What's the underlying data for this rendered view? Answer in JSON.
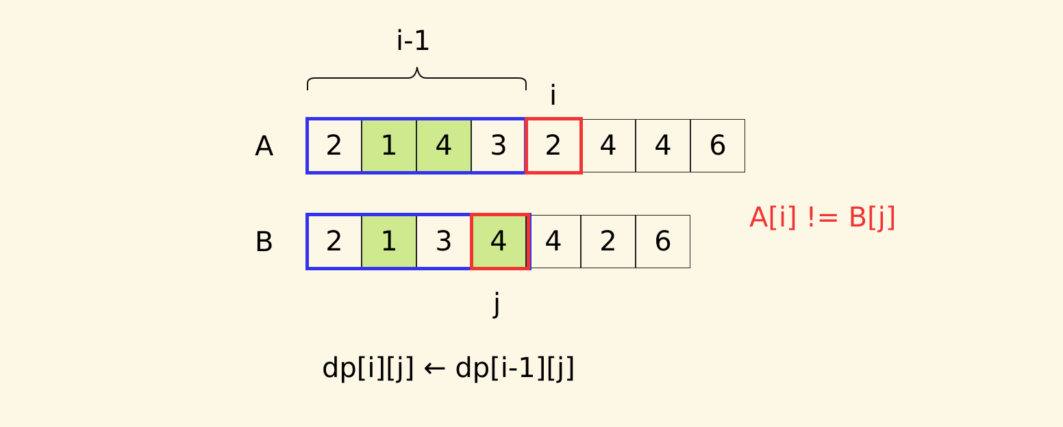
{
  "brace_label": "i-1",
  "index_i": "i",
  "index_j": "j",
  "array_a": {
    "label": "A",
    "values": [
      "2",
      "1",
      "4",
      "3",
      "2",
      "4",
      "4",
      "6"
    ],
    "highlighted": [
      1,
      2
    ]
  },
  "array_b": {
    "label": "B",
    "values": [
      "2",
      "1",
      "3",
      "4",
      "4",
      "2",
      "6"
    ],
    "highlighted": [
      1,
      3
    ]
  },
  "condition": "A[i] != B[j]",
  "formula": "dp[i][j] ← dp[i-1][j]",
  "colors": {
    "blue": "#3333ee",
    "red": "#f03535",
    "green": "#cfe98e",
    "background": "#fdf7e6"
  }
}
